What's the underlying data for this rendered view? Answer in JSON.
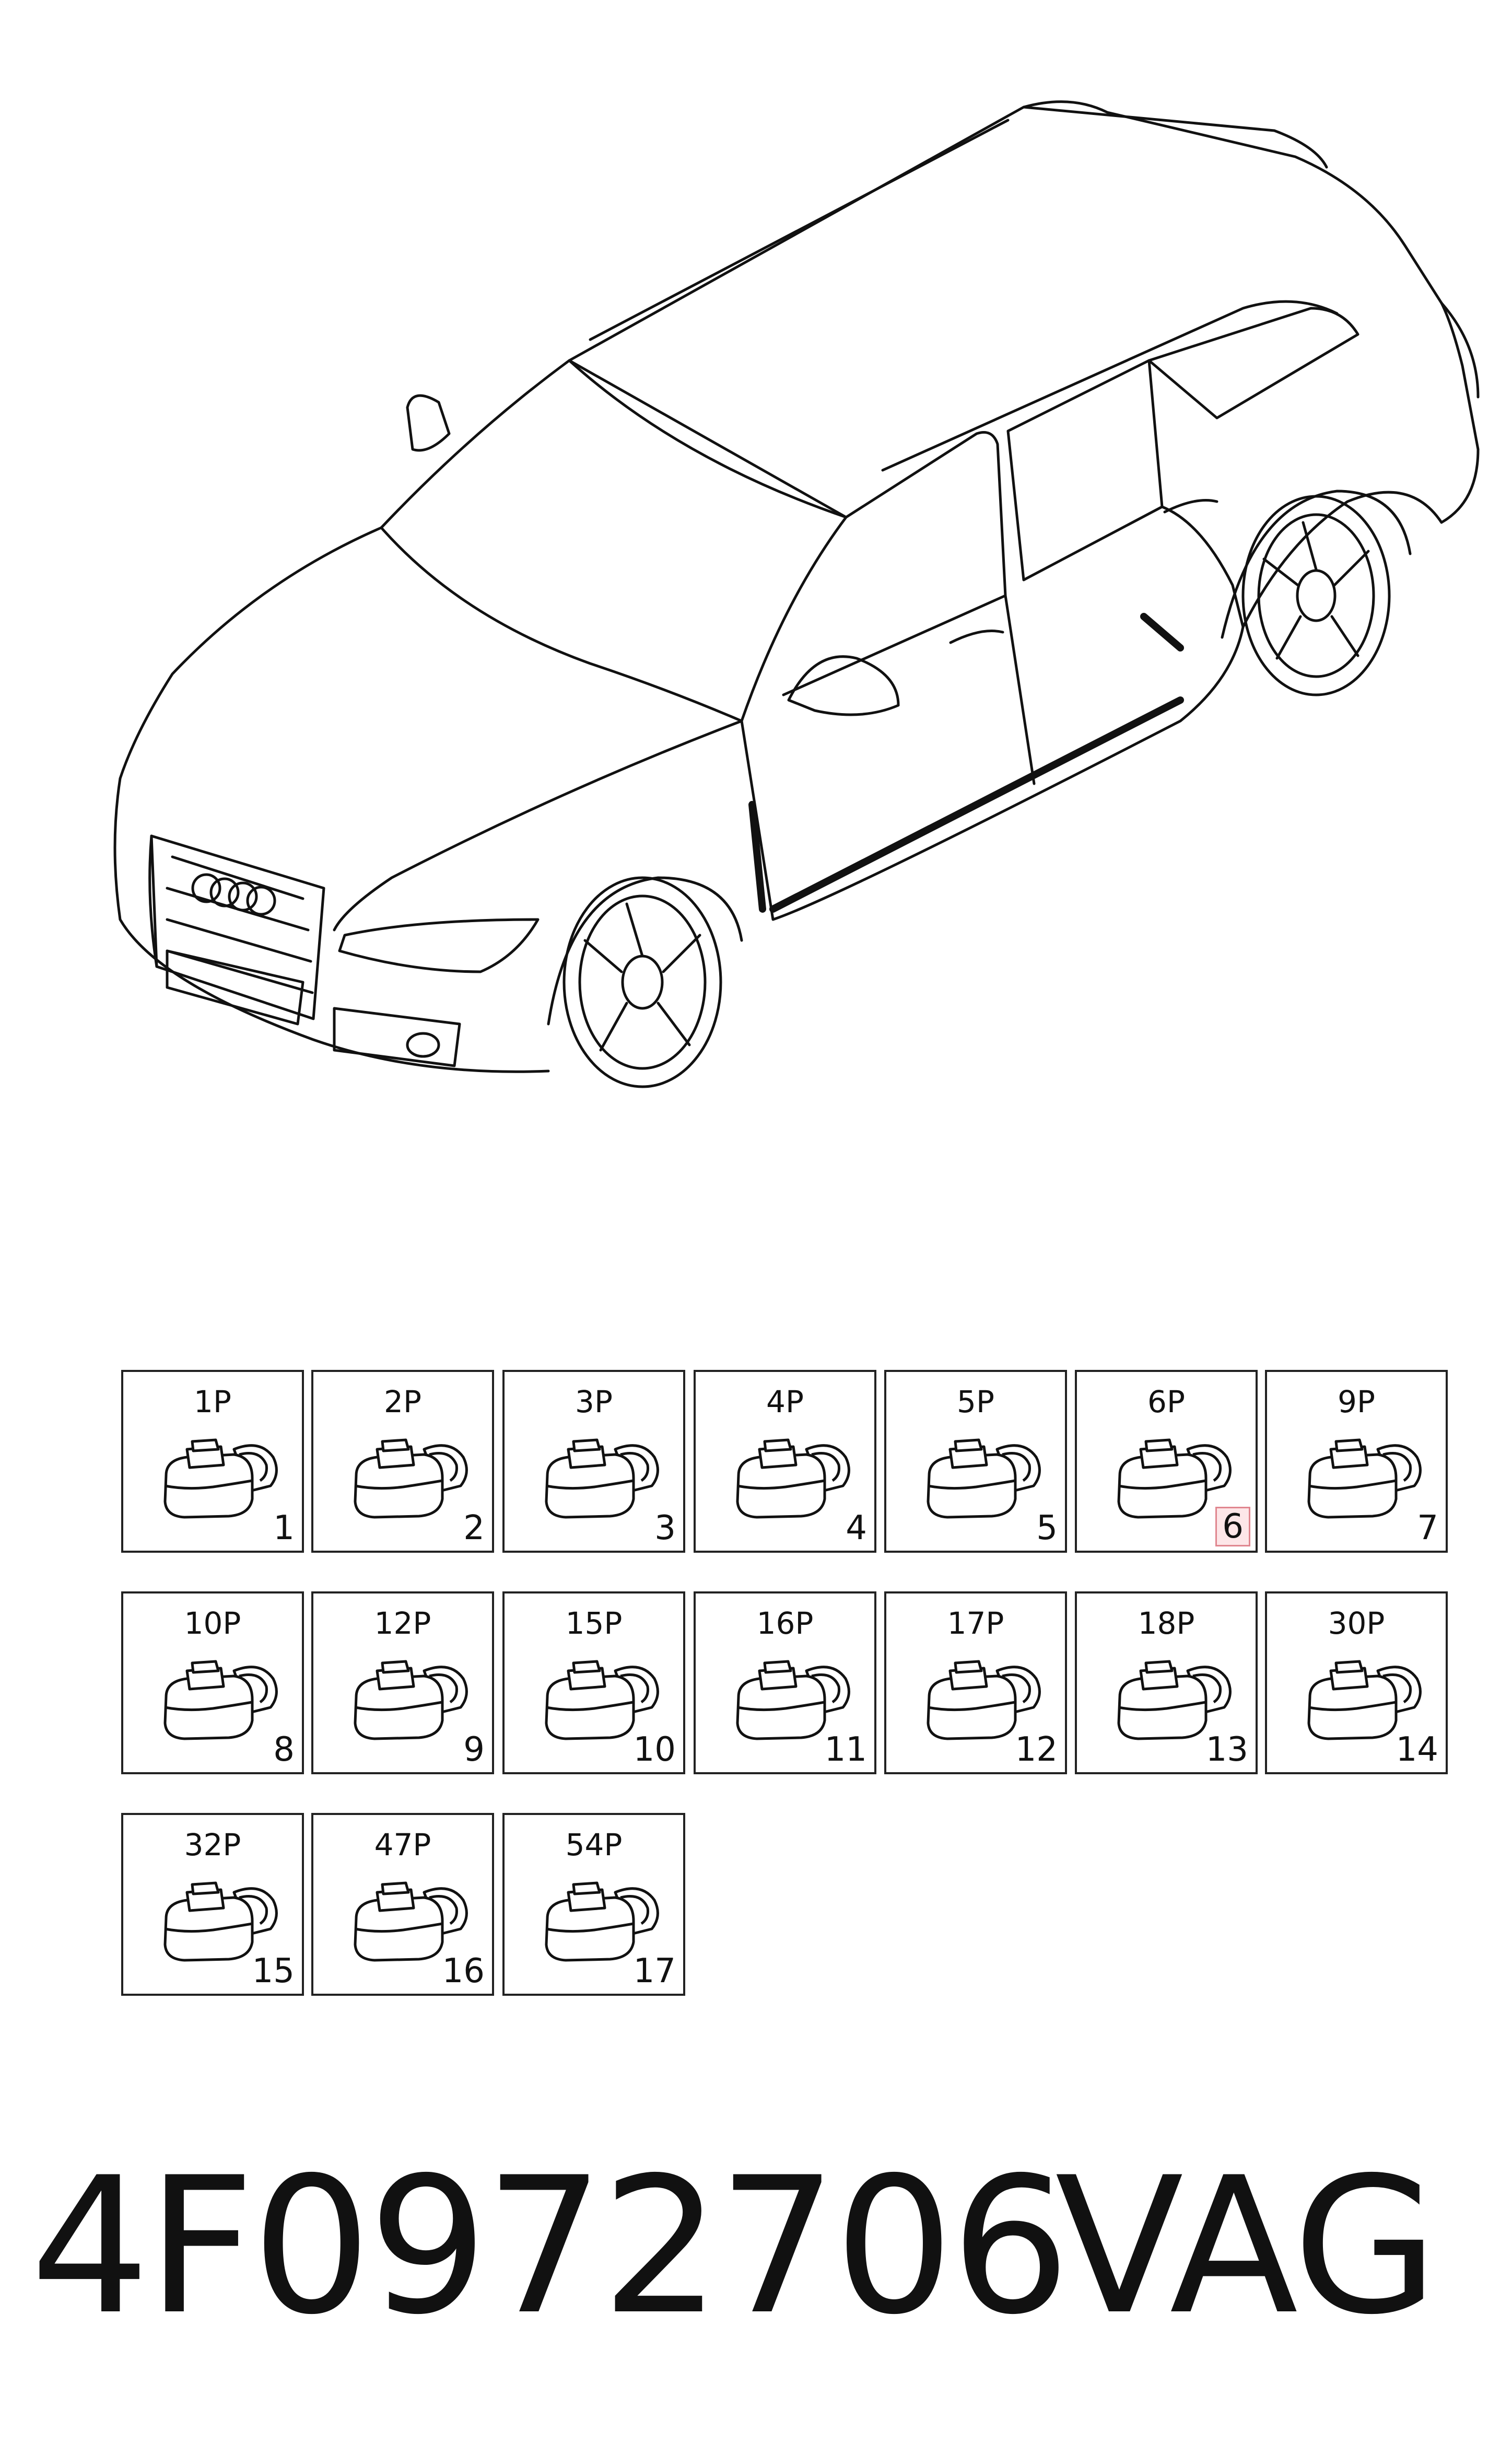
{
  "connectors": [
    {
      "pins": "1P",
      "index": "1"
    },
    {
      "pins": "2P",
      "index": "2"
    },
    {
      "pins": "3P",
      "index": "3"
    },
    {
      "pins": "4P",
      "index": "4"
    },
    {
      "pins": "5P",
      "index": "5"
    },
    {
      "pins": "6P",
      "index": "6",
      "highlighted": true
    },
    {
      "pins": "9P",
      "index": "7"
    },
    {
      "pins": "10P",
      "index": "8"
    },
    {
      "pins": "12P",
      "index": "9"
    },
    {
      "pins": "15P",
      "index": "10"
    },
    {
      "pins": "16P",
      "index": "11"
    },
    {
      "pins": "17P",
      "index": "12"
    },
    {
      "pins": "18P",
      "index": "13"
    },
    {
      "pins": "30P",
      "index": "14"
    },
    {
      "pins": "32P",
      "index": "15"
    },
    {
      "pins": "47P",
      "index": "16"
    },
    {
      "pins": "54P",
      "index": "17"
    }
  ],
  "footer": {
    "part_number": "4F0972706",
    "brand": "VAG"
  },
  "colors": {
    "line": "#111111",
    "highlight_border": "#e0868f",
    "highlight_fill": "#fde6e8",
    "background": "#ffffff"
  }
}
